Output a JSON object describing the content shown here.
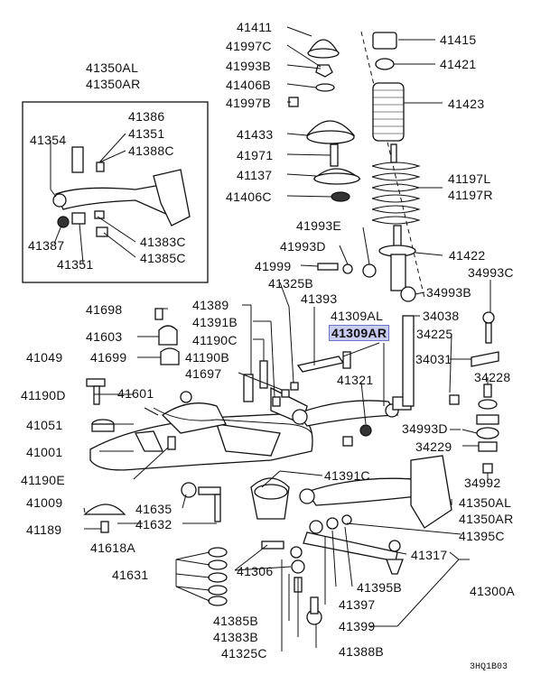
{
  "labels": {
    "p41411": "41411",
    "p41997c": "41997C",
    "p41993b": "41993B",
    "p41406b": "41406B",
    "p41997b": "41997B",
    "p41433": "41433",
    "p41971": "41971",
    "p41137": "41137",
    "p41406c": "41406C",
    "p41415": "41415",
    "p41421": "41421",
    "p41423": "41423",
    "p41197l": "41197L",
    "p41197r": "41197R",
    "p41993e": "41993E",
    "p41993d": "41993D",
    "p41999": "41999",
    "p41325b_top": "41325B",
    "p41422": "41422",
    "p34993c": "34993C",
    "p34993b": "34993B",
    "p41350al_top": "41350AL",
    "p41350ar_top": "41350AR",
    "p41386": "41386",
    "p41354": "41354",
    "p41351_top": "41351",
    "p41388c": "41388C",
    "p41387": "41387",
    "p41383c": "41383C",
    "p41351_bot": "41351",
    "p41385c": "41385C",
    "p41698": "41698",
    "p41389": "41389",
    "p41393": "41393",
    "p41309al": "41309AL",
    "p41309ar": "41309AR",
    "p34038": "34038",
    "p41603": "41603",
    "p41391b": "41391B",
    "p34225": "34225",
    "p41190c": "41190C",
    "p41049": "41049",
    "p41699": "41699",
    "p41190b": "41190B",
    "p34031": "34031",
    "p34228": "34228",
    "p41697": "41697",
    "p41321": "41321",
    "p41190d": "41190D",
    "p41601": "41601",
    "p34993d": "34993D",
    "p41051": "41051",
    "p34229": "34229",
    "p41001": "41001",
    "p41391c": "41391C",
    "p41190e": "41190E",
    "p34992": "34992",
    "p41009": "41009",
    "p41635": "41635",
    "p41350al_bot": "41350AL",
    "p41350ar_bot": "41350AR",
    "p41189": "41189",
    "p41632": "41632",
    "p41395c": "41395C",
    "p41618a": "41618A",
    "p41317": "41317",
    "p41631": "41631",
    "p41306": "41306",
    "p41395b": "41395B",
    "p41300a": "41300A",
    "p41397": "41397",
    "p41385b": "41385B",
    "p41399": "41399",
    "p41383b": "41383B",
    "p41325c": "41325C",
    "p41388b": "41388B"
  },
  "diagram_code": "3HQ1B03",
  "highlight_color": "#c9cdf0"
}
